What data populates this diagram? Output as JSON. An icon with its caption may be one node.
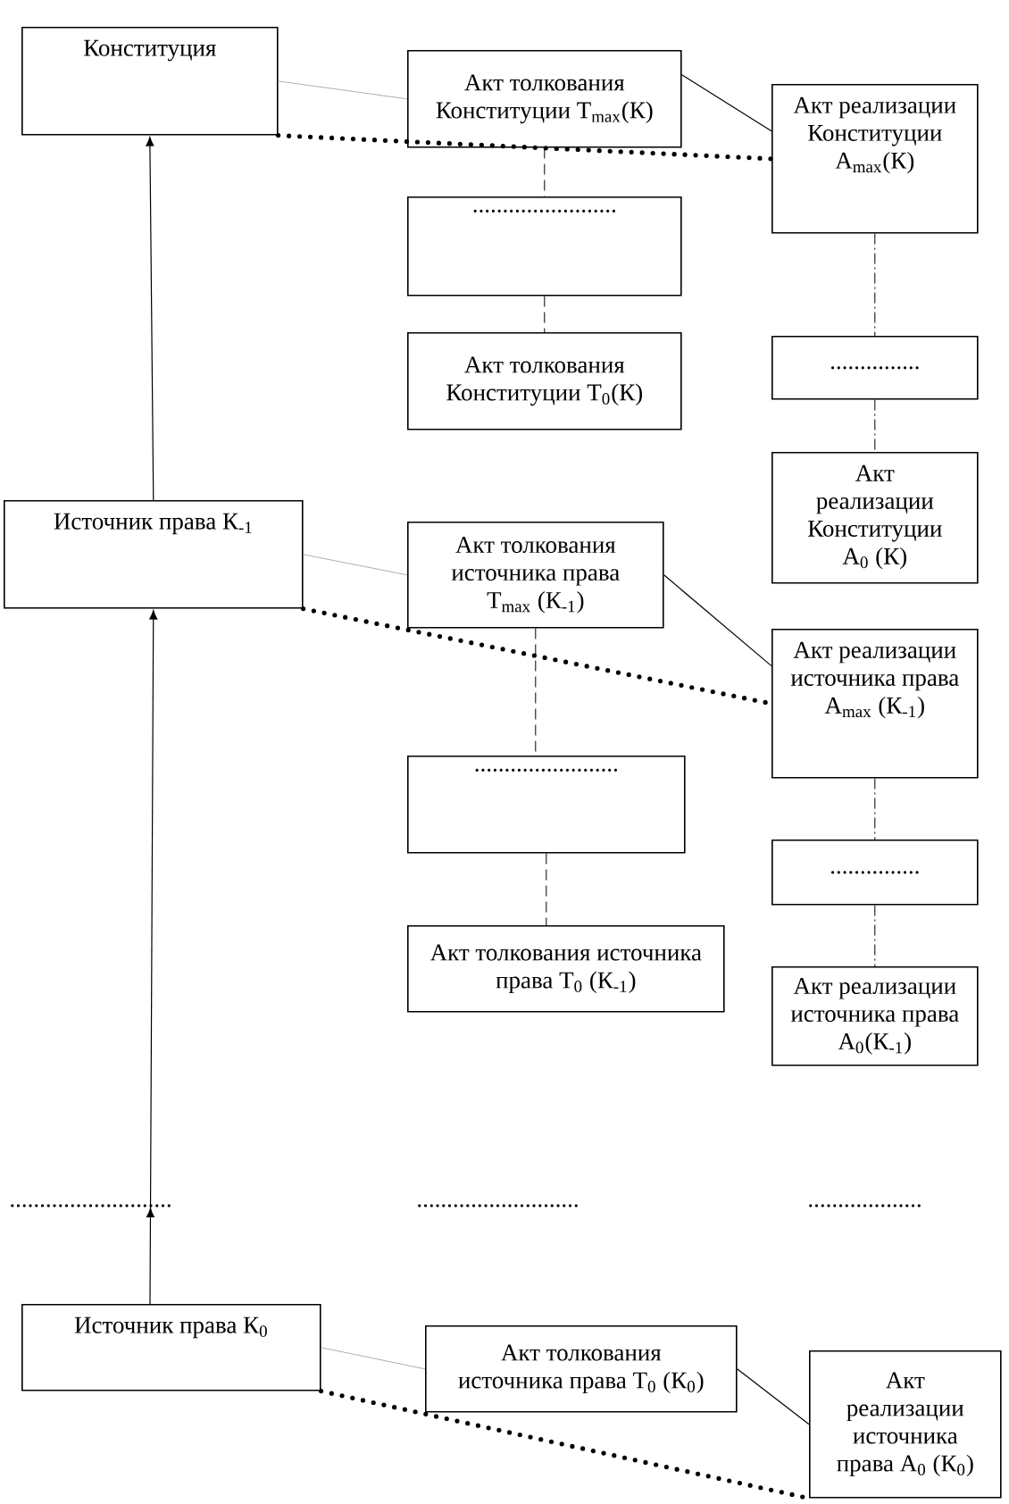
{
  "diagram": {
    "nodes": [
      {
        "text": [
          "Конституция"
        ]
      },
      {
        "text": [
          "Акт толкования Конституции Т$_{max}$(К)"
        ]
      },
      {
        "text": [
          "Акт реализации Конституции А$_{max}$(К)"
        ]
      },
      {
        "text": [
          "........................"
        ]
      },
      {
        "text": [
          "Акт толкования Конституции Т$_{0}$(К)"
        ]
      },
      {
        "text": [
          "..............."
        ]
      },
      {
        "text": [
          "Акт реализации Конституции А$_{0}$ (К)"
        ]
      },
      {
        "text": [
          "Источник права К$_{-1}$"
        ]
      },
      {
        "text": [
          "Акт толкования источника права Т$_{max}$ (К$_{-1}$)"
        ]
      },
      {
        "text": [
          "Акт реализации источника права А$_{max}$ (К$_{-1}$)"
        ]
      },
      {
        "text": [
          "........................"
        ]
      },
      {
        "text": [
          "..............."
        ]
      },
      {
        "text": [
          "Акт толкования источника права Т$_{0}$ (К$_{-1}$)"
        ]
      },
      {
        "text": [
          "Акт реализации источника права А$_{0}$(К$_{-1}$)"
        ]
      },
      {
        "text": [
          "Источник права К$_{0}$"
        ]
      },
      {
        "text": [
          "Акт толкования источника права Т$_{0}$ (К$_{0}$)"
        ]
      },
      {
        "text": [
          "Акт реализации источника права А$_{0}$ (К$_{0}$)"
        ]
      }
    ],
    "edges": [
      {
        "from": 7,
        "to": 0,
        "arrow": "to"
      },
      {
        "from": 14,
        "to": 7,
        "arrow": "to"
      },
      {
        "from": 0,
        "to": 1,
        "arrow": "none",
        "color": "#999999"
      },
      {
        "from": 1,
        "to": 2,
        "arrow": "none"
      },
      {
        "from": 0,
        "to": 2,
        "arrow": "none",
        "style": "dashed"
      },
      {
        "from": 1,
        "to": 3,
        "arrow": "none",
        "style": "dashed"
      },
      {
        "from": 3,
        "to": 4,
        "arrow": "none",
        "style": "dashed"
      },
      {
        "from": 2,
        "to": 5,
        "arrow": "none",
        "style": "dashed"
      },
      {
        "from": 5,
        "to": 6,
        "arrow": "none",
        "style": "dashed"
      },
      {
        "from": 7,
        "to": 8,
        "arrow": "none",
        "color": "#999999"
      },
      {
        "from": 8,
        "to": 9,
        "arrow": "none"
      },
      {
        "from": 7,
        "to": 9,
        "arrow": "none",
        "style": "dashed"
      },
      {
        "from": 8,
        "to": 10,
        "arrow": "none",
        "style": "dashed"
      },
      {
        "from": 10,
        "to": 12,
        "arrow": "none",
        "style": "dashed"
      },
      {
        "from": 9,
        "to": 11,
        "arrow": "none",
        "style": "dashed"
      },
      {
        "from": 11,
        "to": 13,
        "arrow": "none",
        "style": "dashed"
      },
      {
        "from": 14,
        "to": 15,
        "arrow": "none",
        "color": "#999999"
      },
      {
        "from": 15,
        "to": 16,
        "arrow": "none"
      },
      {
        "from": 14,
        "to": 16,
        "arrow": "none",
        "style": "dashed"
      }
    ],
    "labels": [
      "...........................",
      "...........................",
      "..................."
    ]
  }
}
